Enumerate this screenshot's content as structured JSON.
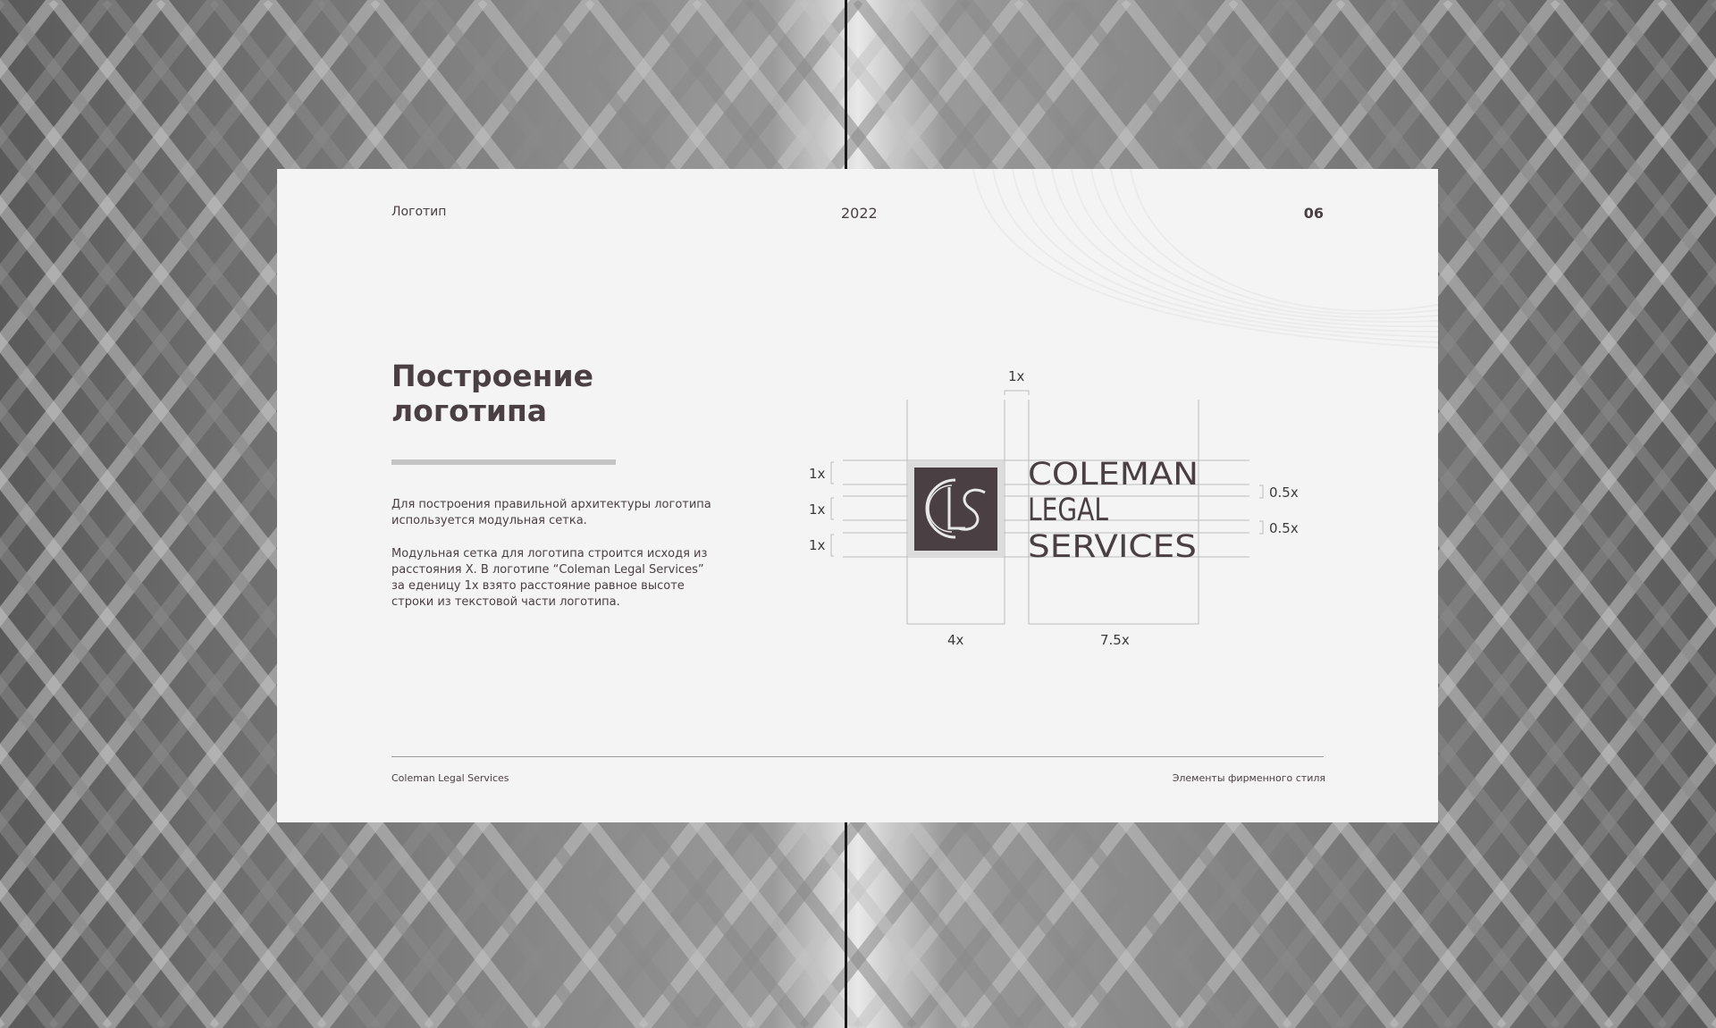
{
  "header": {
    "section_label": "Логотип",
    "year": "2022",
    "page_number": "06"
  },
  "main": {
    "title_line1": "Построение",
    "title_line2": "логотипа",
    "paragraph1": "Для построения правильной архитектуры логотипа используется модульная сетка.",
    "paragraph2": "Модульная сетка для логотипа строится исходя из расстояния X. В логотипе “Coleman Legal Services” за еденицу 1x взято расстояние равное высоте строки из текстовой части логотипа."
  },
  "logo": {
    "monogram": "CLS",
    "line1": "COLEMAN",
    "line2": "LEGAL",
    "line3": "SERVICES",
    "color": "#4a3f42"
  },
  "grid": {
    "top_gap": "1x",
    "row1": "1x",
    "row2": "1x",
    "row3": "1x",
    "gap1": "0.5x",
    "gap2": "0.5x",
    "icon_width": "4x",
    "text_width": "7.5x"
  },
  "footer": {
    "company": "Coleman Legal Services",
    "section": "Элементы фирменного стиля"
  },
  "colors": {
    "card": "#f4f4f4",
    "text": "#4a3f42",
    "accent_bar": "#c3c3c3"
  }
}
